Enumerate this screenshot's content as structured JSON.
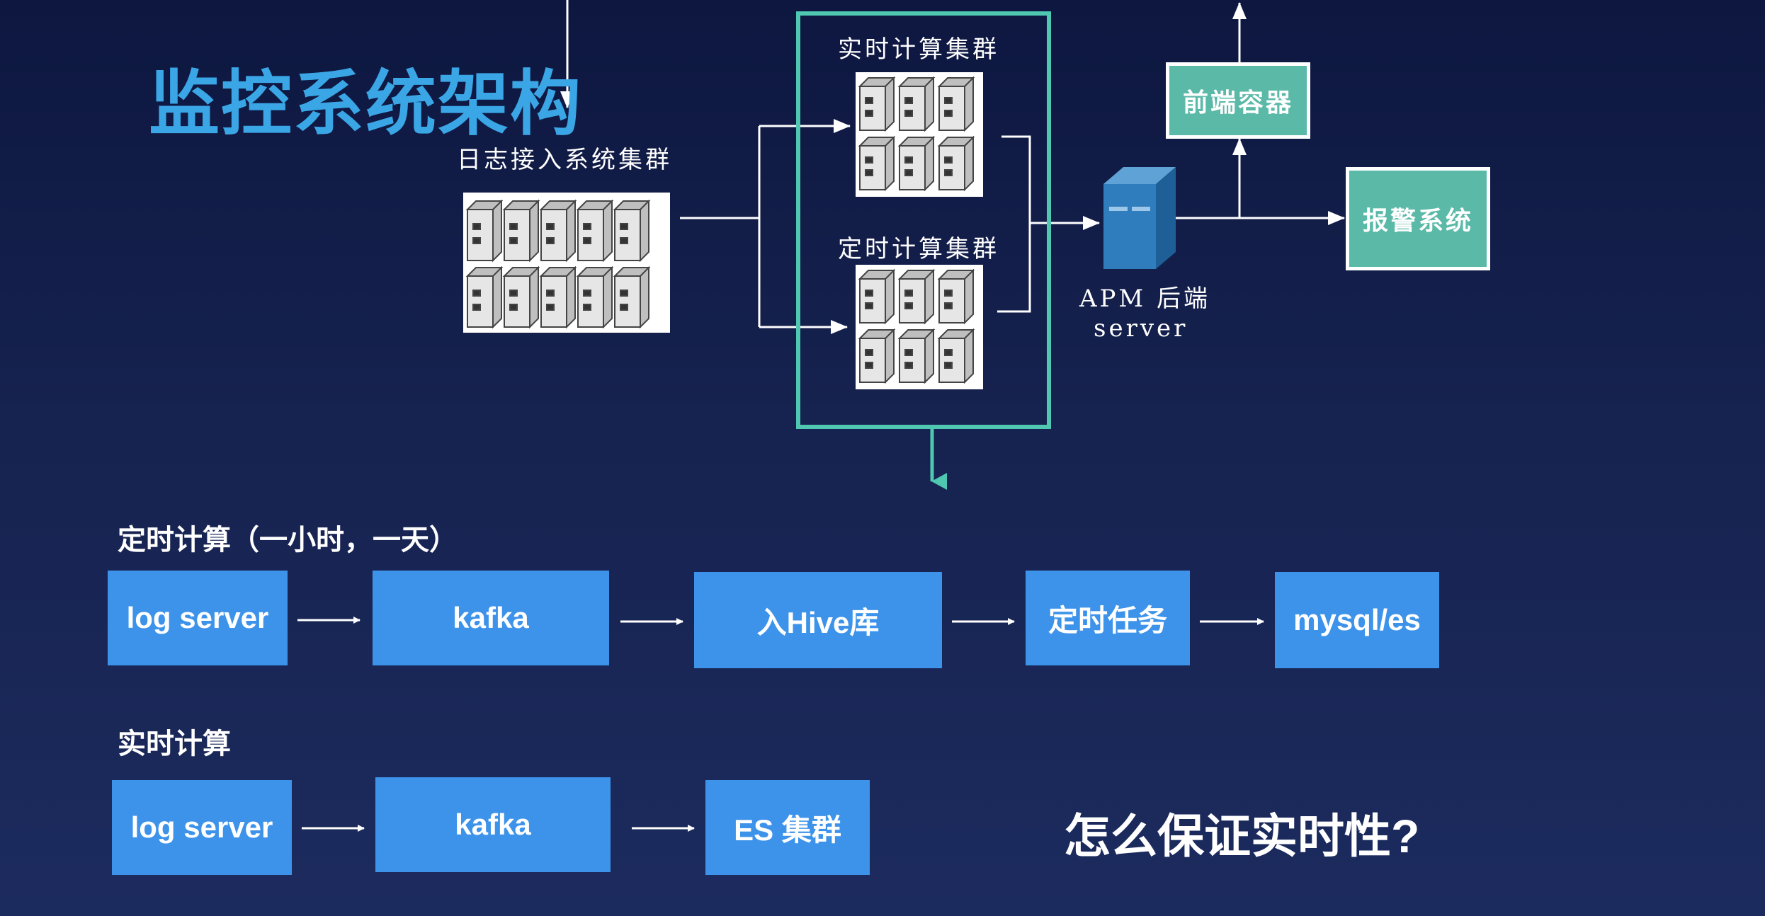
{
  "title": "监控系统架构",
  "top_diagram": {
    "log_ingest_label": "日志接入系统集群",
    "realtime_cluster_label": "实时计算集群",
    "scheduled_cluster_label": "定时计算集群",
    "apm_label_line1": "APM 后端",
    "apm_label_line2": "server",
    "frontend_box": "前端容器",
    "alert_box": "报警系统"
  },
  "scheduled_flow": {
    "label": "定时计算（一小时，一天）",
    "steps": [
      "log server",
      "kafka",
      "入Hive库",
      "定时任务",
      "mysql/es"
    ]
  },
  "realtime_flow": {
    "label": "实时计算",
    "steps": [
      "log server",
      "kafka",
      "ES 集群"
    ]
  },
  "question": "怎么保证实时性?",
  "colors": {
    "title": "#3aa6e6",
    "flow_box": "#3d93ea",
    "teal": "#4fc7b1",
    "teal_box": "#5bb9a8"
  }
}
